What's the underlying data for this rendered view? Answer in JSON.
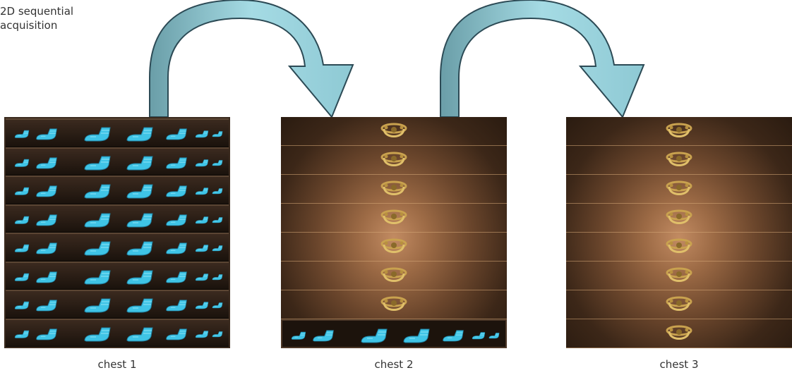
{
  "title": {
    "line1": "2D sequential",
    "line2": "acquisition"
  },
  "chests": [
    {
      "label": "chest 1",
      "state": "drawers full of socks"
    },
    {
      "label": "chest 2",
      "state": "bottom drawer of socks"
    },
    {
      "label": "chest 3",
      "state": "closed drawers"
    }
  ],
  "colors": {
    "sock": "#3fc4e6",
    "arrow_fill": "#8ec9d4",
    "arrow_stroke": "#2c4a55",
    "handle": "#c9a24f"
  }
}
